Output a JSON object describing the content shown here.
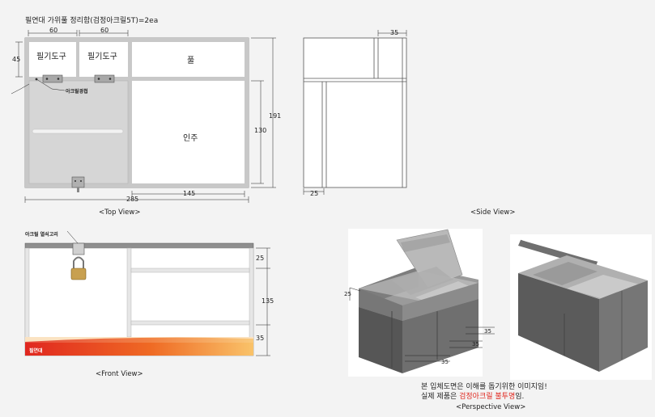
{
  "header": {
    "title": "필연대 가위풀 정리함(검정아크릴5T)=2ea"
  },
  "top_view": {
    "dim_60_a": "60",
    "dim_60_b": "60",
    "dim_45": "45",
    "dim_191": "191",
    "dim_130": "130",
    "dim_285": "285",
    "dim_145": "145",
    "label_tool_1": "필기도구",
    "label_tool_2": "필기도구",
    "label_glue": "풀",
    "label_stamp": "인주",
    "label_hinge": "아크릴경첩",
    "caption": "<Top View>"
  },
  "side_view": {
    "dim_35": "35",
    "dim_25": "25",
    "caption": "<Side View>"
  },
  "front_view": {
    "label_lock": "아크릴 열쇠고리",
    "dim_25": "25",
    "dim_135": "135",
    "dim_35": "35",
    "caption": "<Front View>"
  },
  "perspective": {
    "dim_25": "25",
    "dim_35_a": "35",
    "dim_35_b": "35",
    "dim_35_c": "35",
    "note_line1": "본 입체도면은 이해를 돕기위한 이미지임!",
    "note_line2_a": "실제 제품은 ",
    "note_line2_red": "검정아크릴 불투명",
    "note_line2_b": "임.",
    "caption": "<Perspective View>"
  },
  "colors": {
    "background": "#f3f3f3",
    "frame": "#c8c8c8",
    "lid": "#d9d9d9",
    "accent_red": "#e0271f",
    "acrylic_dark": "#5a5a5a"
  }
}
